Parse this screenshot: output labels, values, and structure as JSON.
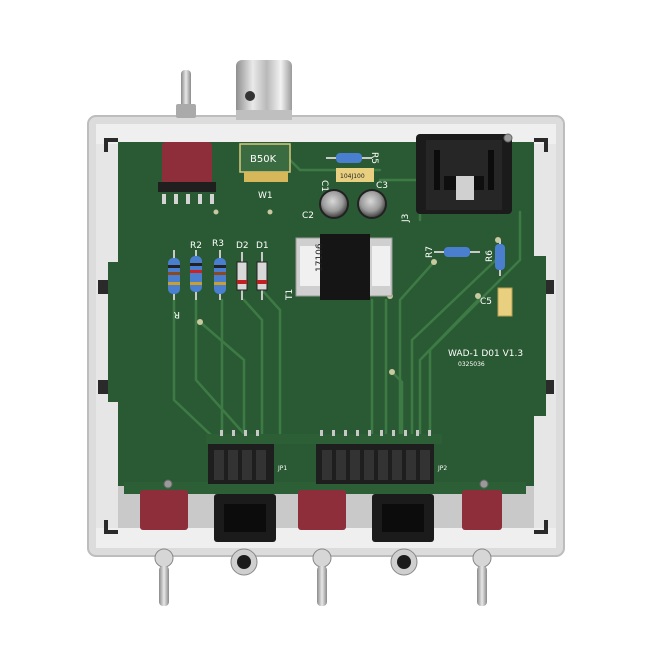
{
  "board": {
    "name": "WAD-1 D01 V1.3",
    "code": "0325036"
  },
  "labels": {
    "w1": "W1",
    "c1": "C1",
    "c2": "C2",
    "c3": "C3",
    "c5": "C5",
    "r1": "R",
    "r2": "R2",
    "r3": "R3",
    "r5": "R5",
    "r6": "R6",
    "r7": "R7",
    "d1": "D1",
    "d2": "D2",
    "t1": "T1",
    "j3": "J3",
    "jp1": "JP1",
    "jp2": "JP2"
  },
  "component_marks": {
    "pot": "B50K",
    "cap_c1": "104J100",
    "transformer": "17106"
  },
  "colors": {
    "pcb": "#2a5a33",
    "trace": "#3e7a45",
    "chassis": "#e4e4e4",
    "switch_red": "#8e2e3a",
    "jack_black": "#1b1b1b"
  }
}
